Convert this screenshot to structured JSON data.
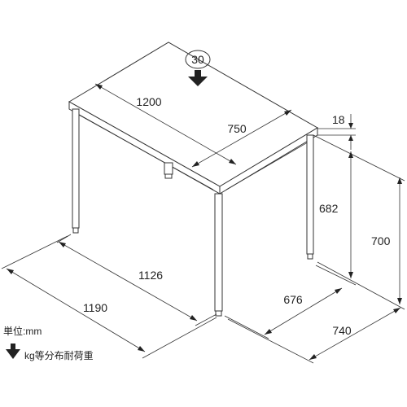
{
  "dimensions": {
    "load_value": "30",
    "width": "1200",
    "depth": "750",
    "top_thickness": "18",
    "leg_clearance": "682",
    "height": "700",
    "leg_span_width": "1126",
    "foot_width": "1190",
    "leg_span_depth": "676",
    "foot_depth": "740"
  },
  "legend": {
    "unit_label": "単位:mm",
    "load_label": "kg等分布耐荷重"
  }
}
